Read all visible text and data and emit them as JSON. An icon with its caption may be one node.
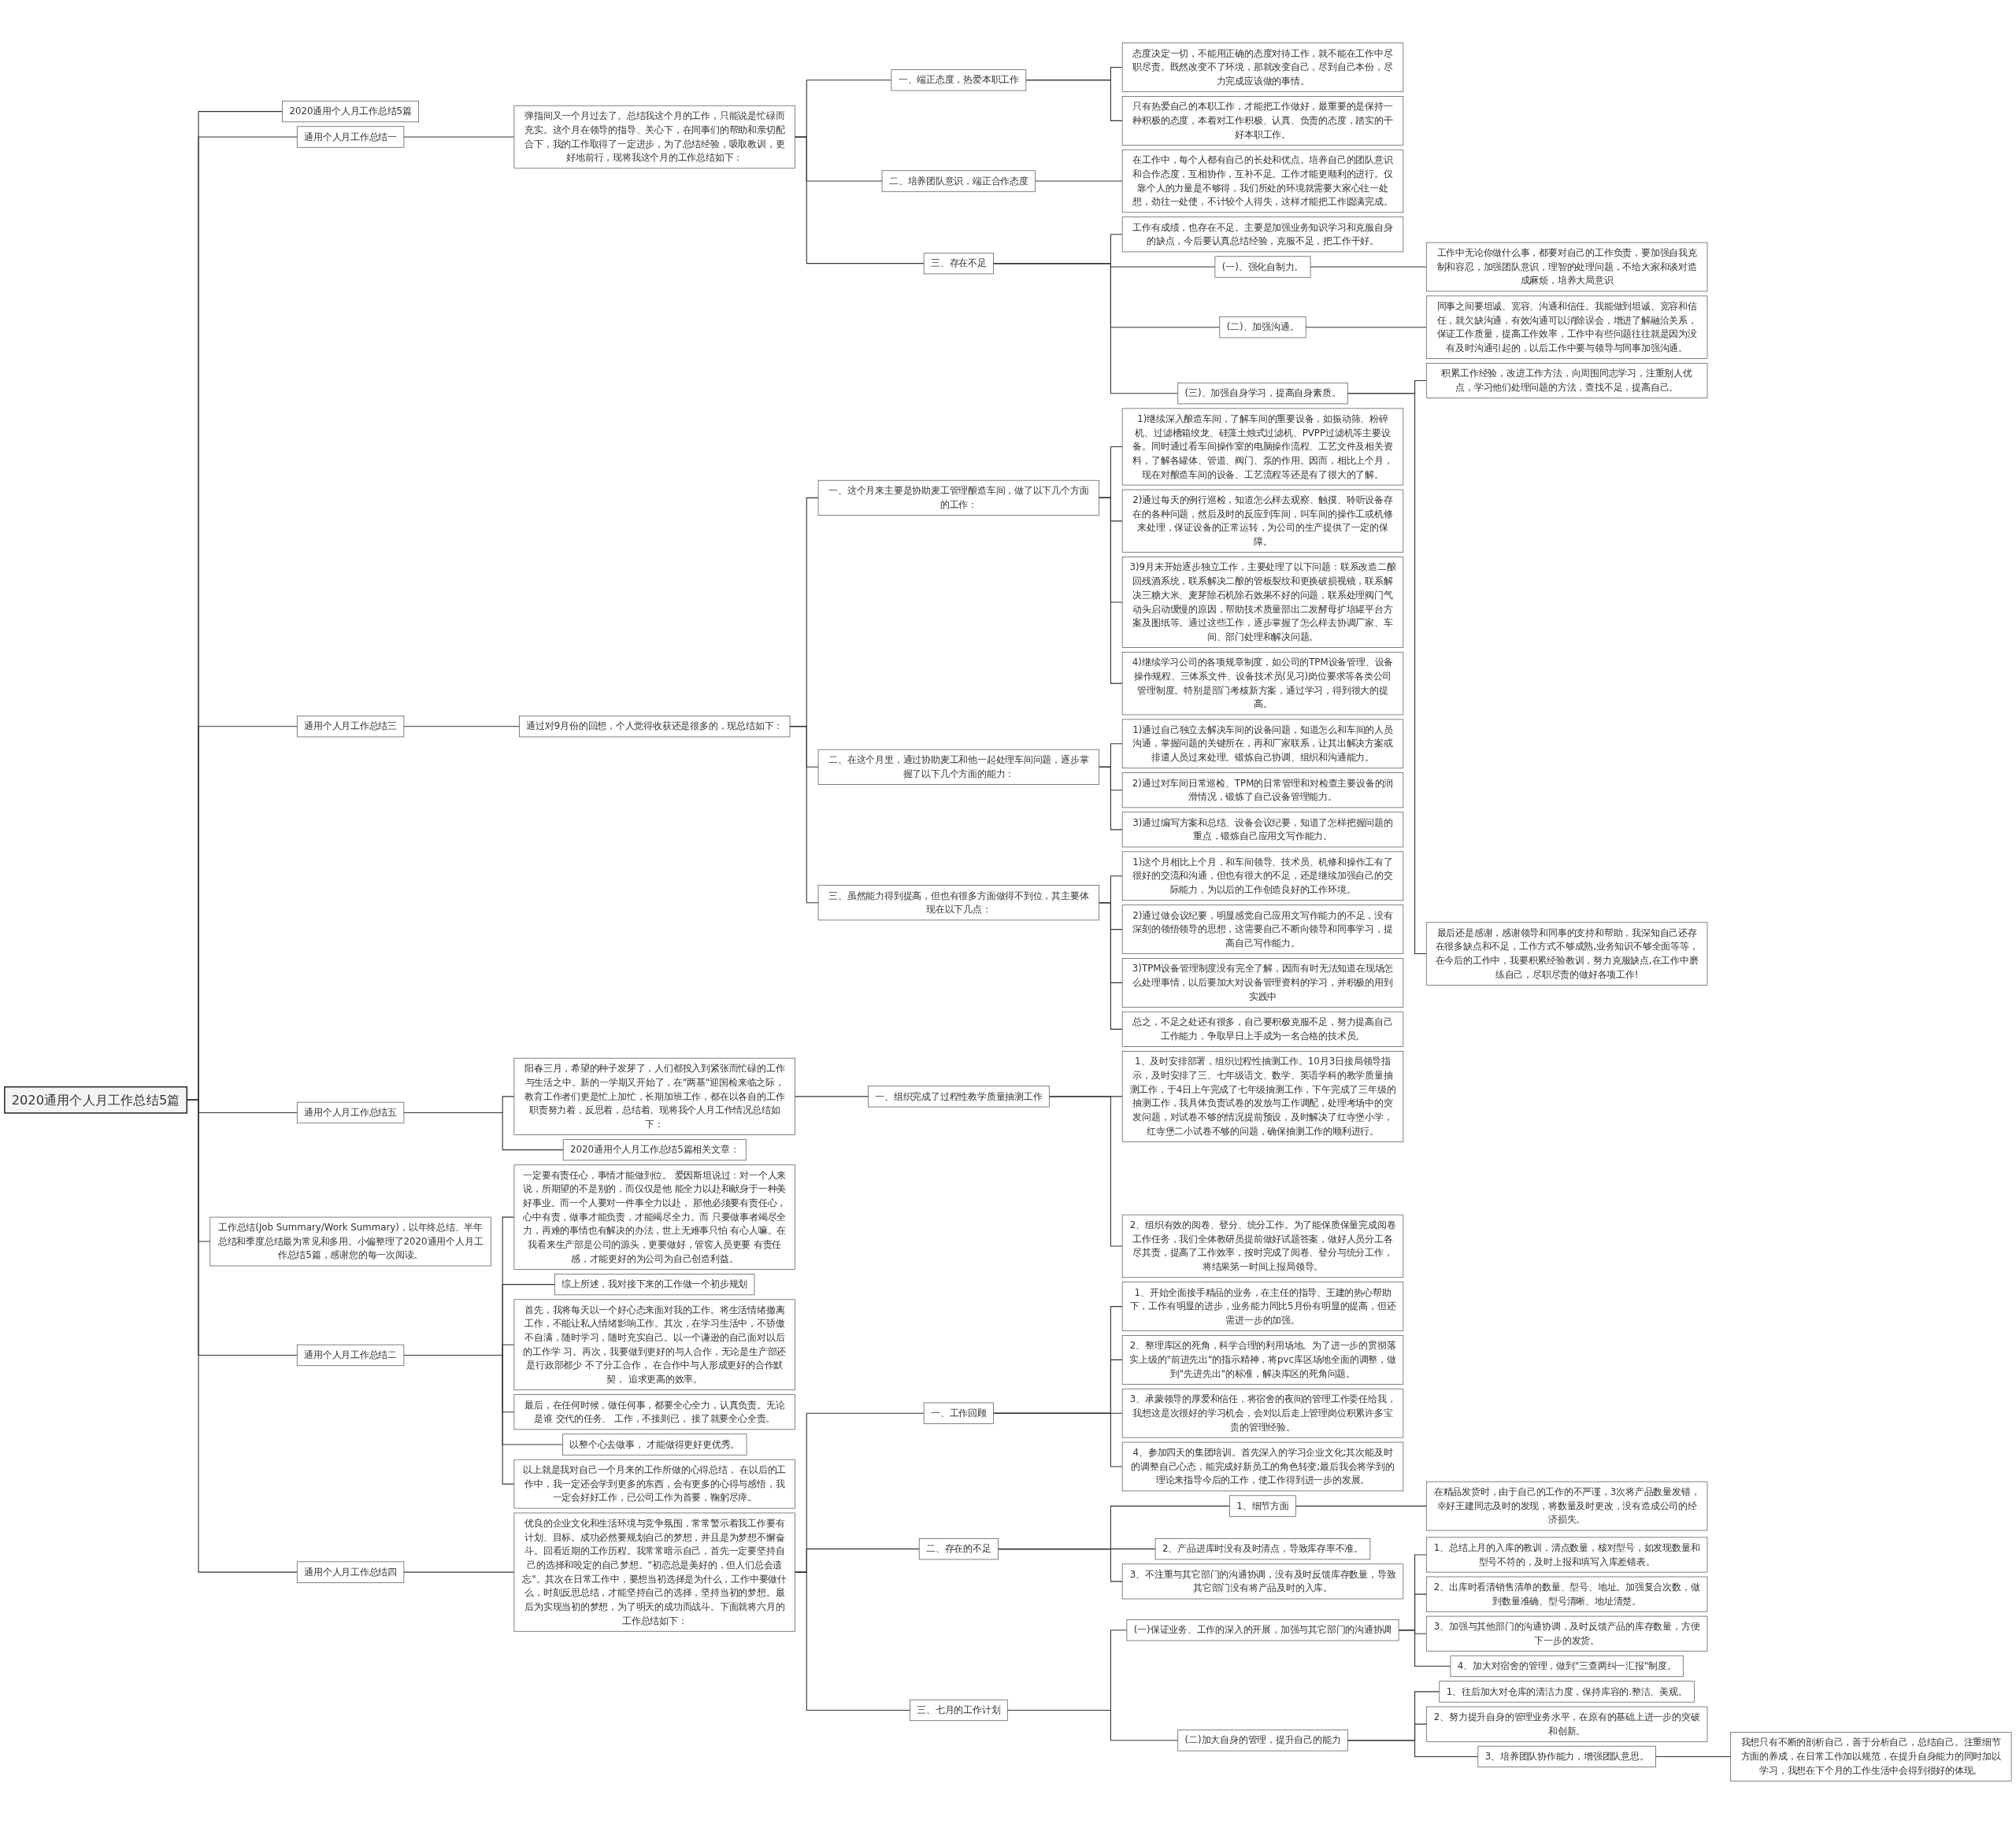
{
  "diagram": {
    "nodes": [
      {
        "text": [
          "2020通用个人月工作总结5篇"
        ]
      },
      {
        "text": [
          "2020通用个人月工作总结5篇"
        ]
      },
      {
        "text": [
          "通用个人月工作总结一"
        ]
      },
      {
        "text": [
          "弹指间又一个月过去了。总结我这个月的工作，只能说是忙碌而充实。这个月在领导的指导、关心下，在同事们的帮助和亲切配合下，我的工作取得了一定进步，为了总结经验，吸取教训，更好地前行，现将我这个月的工作总结如下："
        ]
      },
      {
        "text": [
          "一、端正态度，热爱本职工作"
        ]
      },
      {
        "text": [
          "态度决定一切，不能用正确的态度对待工作，就不能在工作中尽职尽责。既然改变不了环境，那就改变自己，尽到自己本份，尽力完成应该做的事情。"
        ]
      },
      {
        "text": [
          "只有热爱自己的本职工作，才能把工作做好，最重要的是保持一种积极的态度，本着对工作积极、认真、负责的态度，踏实的干好本职工作。"
        ]
      },
      {
        "text": [
          "二、培养团队意识，端正合作态度"
        ]
      },
      {
        "text": [
          "在工作中，每个人都有自己的长处和优点。培养自己的团队意识和合作态度，互相协作，互补不足。工作才能更顺利的进行。仅靠个人的力量是不够得，我们所处的环境就需要大家心往一处想，劲往一处使，不计较个人得失，这样才能把工作圆满完成。"
        ]
      },
      {
        "text": [
          "三、存在不足"
        ]
      },
      {
        "text": [
          "工作有成绩，也存在不足。主要是加强业务知识学习和克服自身的缺点，今后要认真总结经验，克服不足，把工作干好。"
        ]
      },
      {
        "text": [
          "(一)、强化自制力。"
        ]
      },
      {
        "text": [
          "工作中无论你做什么事，都要对自己的工作负责，要加强自我克制和容忍，加强团队意识，理智的处理问题，不给大家和谈对造成麻烦，培养大局意识"
        ]
      },
      {
        "text": [
          "(二)、加强沟通。"
        ]
      },
      {
        "text": [
          "同事之间要坦诚、宽容、沟通和信任。我能做到坦诚、宽容和信任，就欠缺沟通，有效沟通可以消除误会，增进了解融洽关系，保证工作质量，提高工作效率，工作中有些问题往往就是因为没有及时沟通引起的，以后工作中要与领导与同事加强沟通。"
        ]
      },
      {
        "text": [
          "(三)、加强自身学习，提高自身素质。"
        ]
      },
      {
        "text": [
          "积累工作经验，改进工作方法，向周围同志学习，注重别人优点，学习他们处理问题的方法，查找不足，提高自己。"
        ]
      },
      {
        "text": [
          "最后还是感谢，感谢领导和同事的支持和帮助，我深知自己还存在很多缺点和不足，工作方式不够成熟,业务知识不够全面等等，在今后的工作中，我要积累经验教训，努力克服缺点,在工作中磨练自己，尽职尽责的做好各项工作!"
        ]
      },
      {
        "text": [
          "通用个人月工作总结三"
        ]
      },
      {
        "text": [
          "通过对9月份的回想，个人觉得收获还是很多的，现总结如下："
        ]
      },
      {
        "text": [
          "一、这个月来主要是协助麦工管理酿造车间，做了以下几个方面的工作："
        ]
      },
      {
        "text": [
          "1)继续深入酿造车间，了解车间的重要设备，如振动筛、粉碎机、过滤槽箱绞龙、硅藻土烛式过滤机、PVPP过滤机等主要设备。同时通过看车间操作室的电脑操作流程、工艺文件及相关资料，了解各罐体、管道、阀门、泵的作用。因而，相比上个月，现在对酿造车间的设备、工艺流程等还是有了很大的了解。"
        ]
      },
      {
        "text": [
          "2)通过每天的例行巡检，知道怎么样去观察、触摸、聆听设备存在的各种问题，然后及时的反应到车间，叫车间的操作工或机修来处理，保证设备的正常运转，为公司的生产提供了一定的保障。"
        ]
      },
      {
        "text": [
          "3)9月末开始逐步独立工作，主要处理了以下问题：联系改造二酿回残酒系统，联系解决二酿的管板裂纹和更换破损视镜，联系解决三糖大米、麦芽除石机除石效果不好的问题，联系处理阀门气动头启动缓慢的原因，帮助技术质量部出二发酵母扩培罐平台方案及图纸等。通过这些工作，逐步掌握了怎么样去协调厂家、车间、部门处理和解决问题。"
        ]
      },
      {
        "text": [
          "4)继续学习公司的各项规章制度，如公司的TPM设备管理、设备操作规程、三体系文件、设备技术员(见习)岗位要求等各类公司管理制度。特别是部门考核新方案，通过学习，得到很大的提高。"
        ]
      },
      {
        "text": [
          "二、在这个月里，通过协助麦工和他一起处理车间问题，逐步掌握了以下几个方面的能力："
        ]
      },
      {
        "text": [
          "1)通过自己独立去解决车间的设备问题，知道怎么和车间的人员沟通，掌握问题的关键所在，再和厂家联系，让其出解决方案或排遣人员过来处理。锻炼自己协调、组织和沟通能力。"
        ]
      },
      {
        "text": [
          "2)通过对车间日常巡检、TPM的日常管理和对检查主要设备的润滑情况，锻炼了自己设备管理能力。"
        ]
      },
      {
        "text": [
          "3)通过编写方案和总结、设备会议纪要，知道了怎样把握问题的重点，锻炼自己应用文写作能力。"
        ]
      },
      {
        "text": [
          "三、虽然能力得到提高，但也有很多方面做得不到位，其主要体现在以下几点："
        ]
      },
      {
        "text": [
          "1)这个月相比上个月，和车间领导、技术员、机修和操作工有了很好的交流和沟通，但也有很大的不足，还是继续加强自己的交际能力，为以后的工作创造良好的工作环境。"
        ]
      },
      {
        "text": [
          "2)通过做会议纪要，明显感觉自己应用文写作能力的不足，没有深刻的领悟领导的思想，这需要自己不断向领导和同事学习，提高自己写作能力。"
        ]
      },
      {
        "text": [
          "3)TPM设备管理制度没有完全了解，因而有时无法知道在现场怎么处理事情，以后要加大对设备管理资料的学习，并积极的用到实践中"
        ]
      },
      {
        "text": [
          "总之，不足之处还有很多，自己要积极克服不足，努力提高自己工作能力，争取早日上手成为一名合格的技术员。"
        ]
      },
      {
        "text": [
          "通用个人月工作总结五"
        ]
      },
      {
        "text": [
          "阳春三月，希望的种子发芽了，人们都投入到紧张而忙碌的工作与生活之中。新的一学期又开始了，在\"两基\"迎国检来临之际，教育工作者们更是忙上加忙，长期加班工作，都在以各自的工作职责努力着，反思着，总结着。现将我个人月工作情况总结如下："
        ]
      },
      {
        "text": [
          "一、组织完成了过程性教学质量抽测工作"
        ]
      },
      {
        "text": [
          "1、及时安排部署，组织过程性抽测工作。10月3日接局领导指示，及时安排了三、七年级语文、数学、英语学科的教学质量抽测工作，于4日上午完成了七年级抽测工作，下午完成了三年级的抽测工作，我具体负责试卷的发放与工作调配，处理考场中的突发问题，对试卷不够的情况提前预设，及时解决了红寺堡小学，红寺堡二小试卷不够的问题，确保抽测工作的顺利进行。"
        ]
      },
      {
        "text": [
          "2、组织有效的阅卷、登分、统分工作。为了能保质保量完成阅卷工作任务，我们全体教研员提前做好试题答案，做好人员分工各尽其责，提高了工作效率，按时完成了阅卷、登分与统分工作，将结果第一时间上报局领导。"
        ]
      },
      {
        "text": [
          "2020通用个人月工作总结5篇相关文章："
        ]
      },
      {
        "text": [
          "工作总结(Job Summary/Work Summary)，以年终总结、半年总结和季度总结最为常见和多用。小偏整理了2020通用个人月工作总结5篇，感谢您的每一次阅读。"
        ]
      },
      {
        "text": [
          "通用个人月工作总结二"
        ]
      },
      {
        "text": [
          "一定要有责任心，事情才能做到位。 爱因斯坦说过：对一个人来说，所期望的不是别的，而仅仅是他 能全力以赴和献身于一种美好事业。而一个人要对一件事全力以赴， 那他必须要有责任心，心中有责，做事才能负责，才能竭尽全力。而 只要做事者竭尽全力，再难的事情也有解决的办法，世上无难事只怕 有心人嘛。在我看来生产部是公司的源头，更要做好，管窖人员更要 有责任感，才能更好的为公司为自己创造利益。"
        ]
      },
      {
        "text": [
          "综上所述，我对接下来的工作做一个初步规划"
        ]
      },
      {
        "text": [
          "首先，我将每天以一个好心态来面对我的工作。将生活情绪撤离工作，不能让私人情绪影响工作。其次，在学习生活中，不骄傲不自满，随时学习，随时充实自己。以一个谦逊的自己面对以后的工作学 习。再次，我要做到更好的与人合作，无论是生产部还是行政部都少 不了分工合作， 在合作中与人形成更好的合作默契， 追求更高的效率。"
        ]
      },
      {
        "text": [
          "最后，在任何时候，做任何事，都要全心全力，认真负责。无论是谁 交代的任务、 工作，不接则已， 接了就要全心全责。"
        ]
      },
      {
        "text": [
          "以整个心去做事， 才能做得更好更优秀。"
        ]
      },
      {
        "text": [
          "以上就是我对自己一个月来的工作所做的心得总结， 在以后的工作中，我一定还会学到更多的东西，会有更多的心得与感悟，我一定会好好工作，已公司工作为首要，鞠躬尽瘁。"
        ]
      },
      {
        "text": [
          "通用个人月工作总结四"
        ]
      },
      {
        "text": [
          "优良的企业文化和生活环境与竞争氛围，常常警示着我工作要有计划、目标。成功必然要规划自己的梦想，并且是为梦想不懈奋斗。回看近期的工作历程。我常常暗示自己，首先一定要坚持自己的选择和咬定的自己梦想。\"初恋总是美好的，但人们总会遗忘\"。其次在日常工作中，要想当初选择是为什么，工作中要做什么，时刻反思总结，才能坚持自己的选择，坚持当初的梦想。最后为实现当初的梦想，为了明天的成功而战斗。下面就将六月的工作总结如下："
        ]
      },
      {
        "text": [
          "一、工作回顾"
        ]
      },
      {
        "text": [
          "1、开始全面接手精品的业务，在主任的指导、王建的热心帮助下，工作有明显的进步，业务能力同比5月份有明显的提高，但还需进一步的加强。"
        ]
      },
      {
        "text": [
          "2、整理库区的死角，科学合理的利用场地。为了进一步的贯彻落实上级的\"前进先出\"的指示精神，将pvc库区场地全面的调整，做到\"先进先出\"的标准，解决库区的死角问题。"
        ]
      },
      {
        "text": [
          "3、承蒙领导的厚爱和信任，将宿舍的夜间的管理工作委任给我，我想这是次很好的学习机会，会对以后走上管理岗位积累许多宝贵的管理经验。"
        ]
      },
      {
        "text": [
          "4、参加四天的集团培训。首先深入的学习企业文化;其次能及时的调整自己心态，能完成好新员工的角色转变;最后我会将学到的理论来指导今后的工作，使工作得到进一步的发展。"
        ]
      },
      {
        "text": [
          "二、存在的不足"
        ]
      },
      {
        "text": [
          "1、细节方面"
        ]
      },
      {
        "text": [
          "在精品发货时，由于自己的工作的不严谨，3次将产品数量发错，幸好王建同志及时的发现，将数量及时更改，没有造成公司的经济损失。"
        ]
      },
      {
        "text": [
          "2、产品进库时没有及时清点，导致库存率不准。"
        ]
      },
      {
        "text": [
          "3、不注重与其它部门的沟通协调，没有及时反馈库存数量，导致其它部门没有将产品及时的入库。"
        ]
      },
      {
        "text": [
          "三、七月的工作计划"
        ]
      },
      {
        "text": [
          "(一)保证业务、工作的深入的开展，加强与其它部门的沟通协调"
        ]
      },
      {
        "text": [
          "1、总结上月的入库的教训，清点数量，核对型号，如发现数量和型号不符的，及时上报和填写入库差错表。"
        ]
      },
      {
        "text": [
          "2、出库时看清销售清单的数量、型号、地址。加强复合次数，做到数量准确、型号清晰、地址清楚。"
        ]
      },
      {
        "text": [
          "3、加强与其他部门的沟通协调，及时反馈产品的库存数量，方便下一步的发货。"
        ]
      },
      {
        "text": [
          "4、加大对宿舍的管理，做到\"三查两纠一汇报\"制度。"
        ]
      },
      {
        "text": [
          "(二)加大自身的管理，提升自己的能力"
        ]
      },
      {
        "text": [
          "1、往后加大对仓库的清洁力度，保持库容的.整洁、美观。"
        ]
      },
      {
        "text": [
          "2、努力提升自身的管理业务水平，在原有的基础上进一步的突破和创新。"
        ]
      },
      {
        "text": [
          "3、培养团队协作能力，增强团队意思。"
        ]
      },
      {
        "text": [
          "我想只有不断的剖析自己，善于分析自己，总结自己。注重细节方面的养成，在日常工作加以规范，在提升自身能力的同时加以学习，我想在下个月的工作生活中会得到很好的体现。"
        ]
      }
    ],
    "edges": [
      {
        "from": 0,
        "to": 1,
        "arrow": "none"
      },
      {
        "from": 0,
        "to": 2,
        "arrow": "none"
      },
      {
        "from": 2,
        "to": 3,
        "arrow": "none"
      },
      {
        "from": 3,
        "to": 4,
        "arrow": "none"
      },
      {
        "from": 4,
        "to": 5,
        "arrow": "none"
      },
      {
        "from": 4,
        "to": 6,
        "arrow": "none"
      },
      {
        "from": 3,
        "to": 7,
        "arrow": "none"
      },
      {
        "from": 7,
        "to": 8,
        "arrow": "none"
      },
      {
        "from": 3,
        "to": 9,
        "arrow": "none"
      },
      {
        "from": 9,
        "to": 10,
        "arrow": "none"
      },
      {
        "from": 9,
        "to": 11,
        "arrow": "none"
      },
      {
        "from": 11,
        "to": 12,
        "arrow": "none"
      },
      {
        "from": 9,
        "to": 13,
        "arrow": "none"
      },
      {
        "from": 13,
        "to": 14,
        "arrow": "none"
      },
      {
        "from": 9,
        "to": 15,
        "arrow": "none"
      },
      {
        "from": 15,
        "to": 16,
        "arrow": "none"
      },
      {
        "from": 15,
        "to": 17,
        "arrow": "none"
      },
      {
        "from": 0,
        "to": 18,
        "arrow": "none"
      },
      {
        "from": 18,
        "to": 19,
        "arrow": "none"
      },
      {
        "from": 19,
        "to": 20,
        "arrow": "none"
      },
      {
        "from": 20,
        "to": 21,
        "arrow": "none"
      },
      {
        "from": 20,
        "to": 22,
        "arrow": "none"
      },
      {
        "from": 20,
        "to": 23,
        "arrow": "none"
      },
      {
        "from": 20,
        "to": 24,
        "arrow": "none"
      },
      {
        "from": 19,
        "to": 25,
        "arrow": "none"
      },
      {
        "from": 25,
        "to": 26,
        "arrow": "none"
      },
      {
        "from": 25,
        "to": 27,
        "arrow": "none"
      },
      {
        "from": 25,
        "to": 28,
        "arrow": "none"
      },
      {
        "from": 19,
        "to": 29,
        "arrow": "none"
      },
      {
        "from": 29,
        "to": 30,
        "arrow": "none"
      },
      {
        "from": 29,
        "to": 31,
        "arrow": "none"
      },
      {
        "from": 29,
        "to": 32,
        "arrow": "none"
      },
      {
        "from": 29,
        "to": 33,
        "arrow": "none"
      },
      {
        "from": 0,
        "to": 34,
        "arrow": "none"
      },
      {
        "from": 34,
        "to": 35,
        "arrow": "none"
      },
      {
        "from": 35,
        "to": 36,
        "arrow": "none"
      },
      {
        "from": 36,
        "to": 37,
        "arrow": "none"
      },
      {
        "from": 36,
        "to": 38,
        "arrow": "none"
      },
      {
        "from": 34,
        "to": 39,
        "arrow": "none"
      },
      {
        "from": 0,
        "to": 40,
        "arrow": "none"
      },
      {
        "from": 0,
        "to": 41,
        "arrow": "none"
      },
      {
        "from": 41,
        "to": 42,
        "arrow": "none"
      },
      {
        "from": 41,
        "to": 43,
        "arrow": "none"
      },
      {
        "from": 41,
        "to": 44,
        "arrow": "none"
      },
      {
        "from": 41,
        "to": 45,
        "arrow": "none"
      },
      {
        "from": 41,
        "to": 46,
        "arrow": "none"
      },
      {
        "from": 41,
        "to": 47,
        "arrow": "none"
      },
      {
        "from": 0,
        "to": 48,
        "arrow": "none"
      },
      {
        "from": 48,
        "to": 49,
        "arrow": "none"
      },
      {
        "from": 49,
        "to": 50,
        "arrow": "none"
      },
      {
        "from": 50,
        "to": 51,
        "arrow": "none"
      },
      {
        "from": 50,
        "to": 52,
        "arrow": "none"
      },
      {
        "from": 50,
        "to": 53,
        "arrow": "none"
      },
      {
        "from": 50,
        "to": 54,
        "arrow": "none"
      },
      {
        "from": 49,
        "to": 55,
        "arrow": "none"
      },
      {
        "from": 55,
        "to": 56,
        "arrow": "none"
      },
      {
        "from": 56,
        "to": 57,
        "arrow": "none"
      },
      {
        "from": 55,
        "to": 58,
        "arrow": "none"
      },
      {
        "from": 55,
        "to": 59,
        "arrow": "none"
      },
      {
        "from": 49,
        "to": 60,
        "arrow": "none"
      },
      {
        "from": 60,
        "to": 61,
        "arrow": "none"
      },
      {
        "from": 61,
        "to": 62,
        "arrow": "none"
      },
      {
        "from": 61,
        "to": 63,
        "arrow": "none"
      },
      {
        "from": 61,
        "to": 64,
        "arrow": "none"
      },
      {
        "from": 61,
        "to": 65,
        "arrow": "none"
      },
      {
        "from": 60,
        "to": 66,
        "arrow": "none"
      },
      {
        "from": 66,
        "to": 67,
        "arrow": "none"
      },
      {
        "from": 66,
        "to": 68,
        "arrow": "none"
      },
      {
        "from": 66,
        "to": 69,
        "arrow": "none"
      },
      {
        "from": 69,
        "to": 70,
        "arrow": "none"
      }
    ]
  }
}
